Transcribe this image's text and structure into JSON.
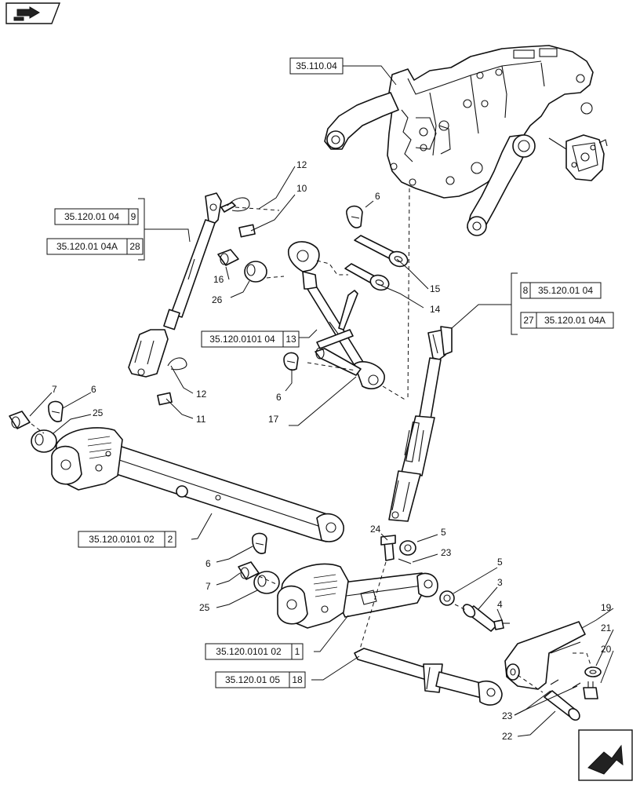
{
  "diagram": {
    "references": [
      {
        "id": "ref-top",
        "text": "35.110.04"
      },
      {
        "id": "ref-left-1",
        "text": "35.120.01 04",
        "num": "9"
      },
      {
        "id": "ref-left-2",
        "text": "35.120.01 04A",
        "num": "28"
      },
      {
        "id": "ref-right-1",
        "text": "35.120.01 04",
        "num": "8"
      },
      {
        "id": "ref-right-2",
        "text": "35.120.01 04A",
        "num": "27"
      },
      {
        "id": "ref-mid",
        "text": "35.120.0101 04",
        "num": "13"
      },
      {
        "id": "ref-arm-upper",
        "text": "35.120.0101 02",
        "num": "2"
      },
      {
        "id": "ref-arm-lower",
        "text": "35.120.0101 02",
        "num": "1"
      },
      {
        "id": "ref-stab",
        "text": "35.120.01 05",
        "num": "18"
      }
    ],
    "callouts": [
      "12",
      "10",
      "6",
      "15",
      "14",
      "16",
      "26",
      "12",
      "11",
      "17",
      "6",
      "7",
      "6",
      "25",
      "24",
      "5",
      "23",
      "6",
      "7",
      "25",
      "5",
      "3",
      "4",
      "19",
      "21",
      "20",
      "23",
      "22"
    ]
  }
}
